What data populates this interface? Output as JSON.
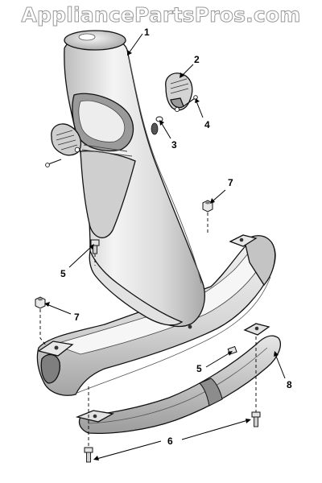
{
  "watermark": "AppliancePartsPros.com",
  "callouts": {
    "c1": "1",
    "c2": "2",
    "c3": "3",
    "c4": "4",
    "c5a": "5",
    "c5b": "5",
    "c6": "6",
    "c7a": "7",
    "c7b": "7",
    "c8": "8"
  },
  "colors": {
    "line": "#111111",
    "shade_light": "#eeeeee",
    "shade_mid": "#d2d2d2",
    "shade_dark": "#a8a8a8"
  }
}
